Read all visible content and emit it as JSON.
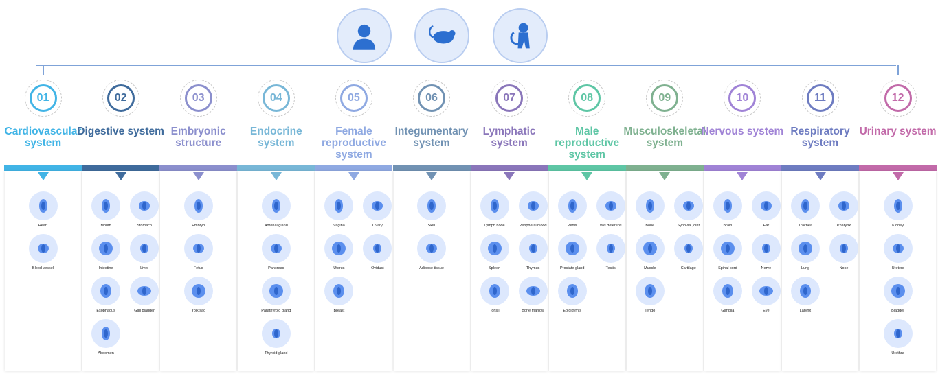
{
  "species": [
    {
      "name": "human"
    },
    {
      "name": "rat"
    },
    {
      "name": "monkey"
    }
  ],
  "systems": [
    {
      "num": "01",
      "title": "Cardiovascular system",
      "color": "#41b4e6",
      "items": [
        "Heart",
        "Blood vessel"
      ]
    },
    {
      "num": "02",
      "title": "Digestive system",
      "color": "#3f6b9c",
      "items": [
        "Mouth",
        "Stomach",
        "Intestine",
        "Liver",
        "Esophagus",
        "Gall bladder",
        "Abdomen"
      ]
    },
    {
      "num": "03",
      "title": "Embryonic structure",
      "color": "#8b8fcd",
      "items": [
        "Embryo",
        "Fetus",
        "Yolk sac"
      ]
    },
    {
      "num": "04",
      "title": "Endocrine system",
      "color": "#78b7d7",
      "items": [
        "Adrenal gland",
        "Pancreas",
        "Parathyroid gland",
        "Thyroid gland"
      ]
    },
    {
      "num": "05",
      "title": "Female reproductive system",
      "color": "#8fa9e2",
      "items": [
        "Vagina",
        "Ovary",
        "Uterus",
        "Oviduct",
        "Breast"
      ]
    },
    {
      "num": "06",
      "title": "Integumentary system",
      "color": "#7192b3",
      "items": [
        "Skin",
        "Adipose tissue"
      ]
    },
    {
      "num": "07",
      "title": "Lymphatic system",
      "color": "#8a76ba",
      "items": [
        "Lymph node",
        "Peripheral blood",
        "Spleen",
        "Thymus",
        "Tonsil",
        "Bone marrow"
      ]
    },
    {
      "num": "08",
      "title": "Male reproductive system",
      "color": "#5ec6a5",
      "items": [
        "Penis",
        "Vas deferens",
        "Prostate gland",
        "Testis",
        "Epididymis"
      ]
    },
    {
      "num": "09",
      "title": "Musculoskeletal system",
      "color": "#7fb190",
      "items": [
        "Bone",
        "Synovial joint",
        "Muscle",
        "Cartilage",
        "Tendo"
      ]
    },
    {
      "num": "10",
      "title": "Nervous system",
      "color": "#a083d6",
      "items": [
        "Brain",
        "Ear",
        "Spinal cord",
        "Nerve",
        "Ganglia",
        "Eye"
      ]
    },
    {
      "num": "11",
      "title": "Respiratory system",
      "color": "#6e7cc1",
      "items": [
        "Trachea",
        "Pharynx",
        "Lung",
        "Nose",
        "Larynx"
      ]
    },
    {
      "num": "12",
      "title": "Urinary system",
      "color": "#c26aa9",
      "items": [
        "Kidney",
        "Ureters",
        "Bladder",
        "Urethra"
      ]
    }
  ]
}
